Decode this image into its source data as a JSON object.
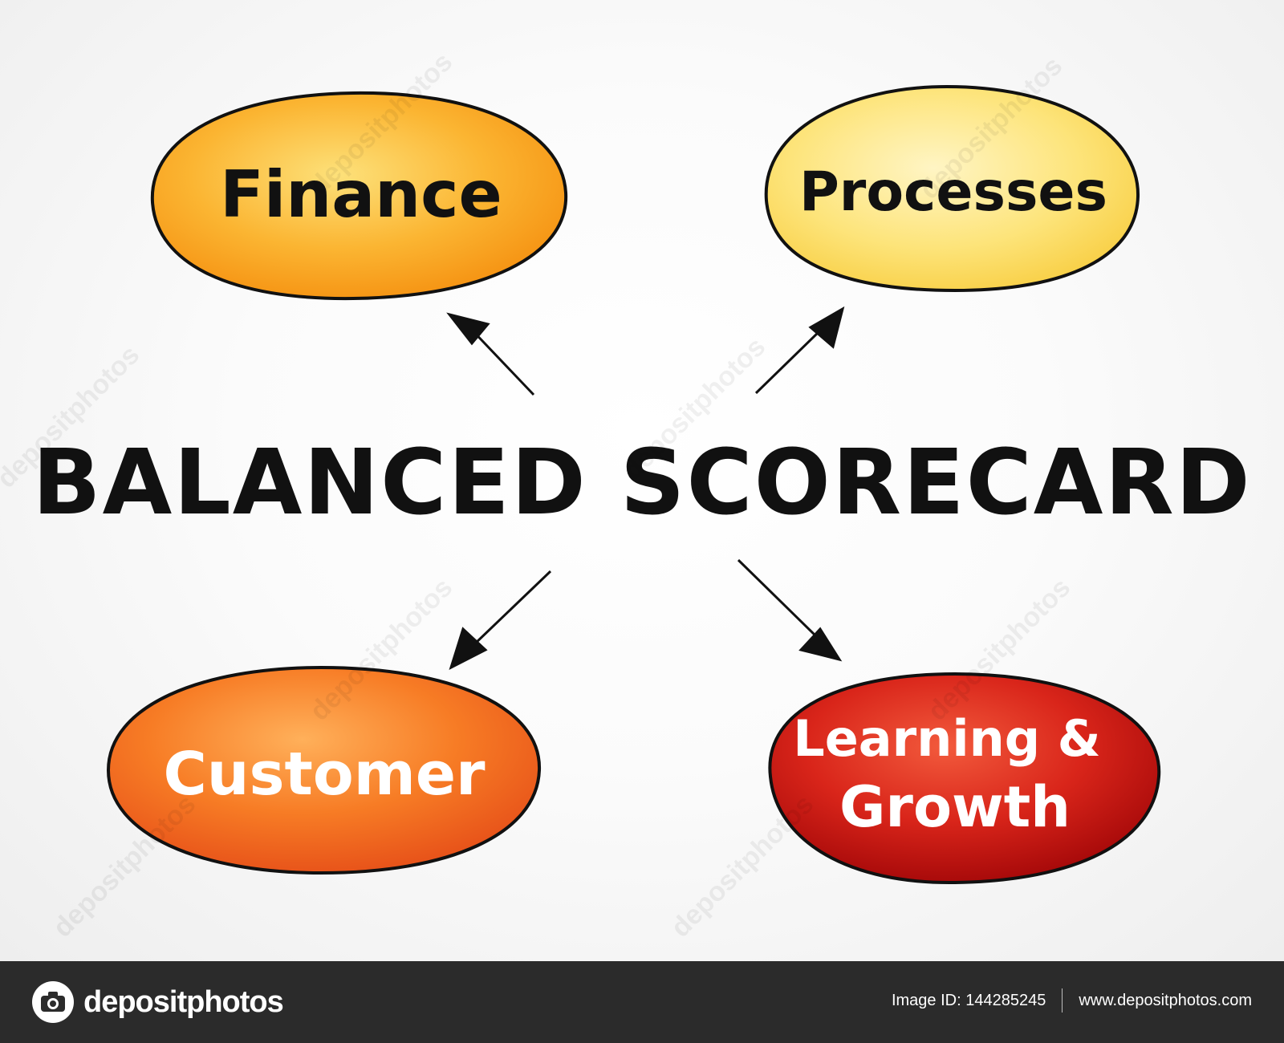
{
  "diagram": {
    "center": {
      "label": "BALANCED SCORECARD"
    },
    "nodes": [
      {
        "id": "finance",
        "label": "Finance"
      },
      {
        "id": "processes",
        "label": "Processes"
      },
      {
        "id": "customer",
        "label": "Customer"
      },
      {
        "id": "learning-growth",
        "label_line1": "Learning &",
        "label_line2": "Growth"
      }
    ],
    "edges": [
      {
        "from": "balanced-scorecard",
        "to": "finance"
      },
      {
        "from": "balanced-scorecard",
        "to": "processes"
      },
      {
        "from": "balanced-scorecard",
        "to": "customer"
      },
      {
        "from": "balanced-scorecard",
        "to": "learning-growth"
      }
    ],
    "colors": {
      "finance": "#f9a11b",
      "processes": "#fcd85a",
      "customer": "#f4721c",
      "learning_growth": "#d5140f",
      "outline": "#111111"
    }
  },
  "watermark": {
    "text": "depositphotos"
  },
  "footer": {
    "brand": "depositphotos",
    "image_id": "Image ID: 144285245",
    "website": "www.depositphotos.com"
  }
}
